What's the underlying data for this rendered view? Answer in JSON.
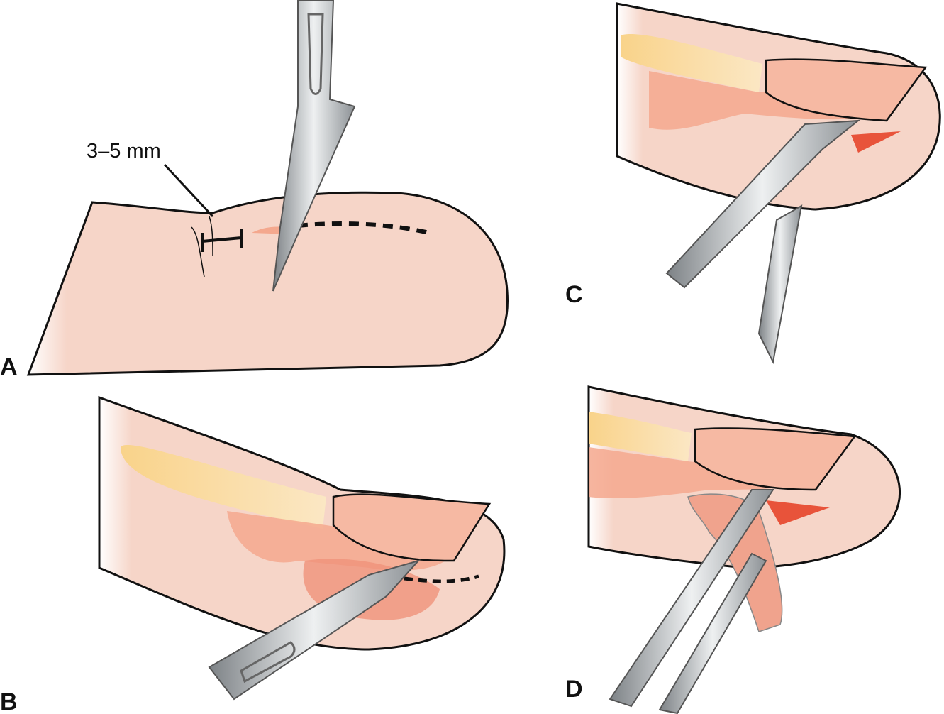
{
  "panels": [
    {
      "id": "A",
      "label": "A",
      "annotation": "3–5 mm"
    },
    {
      "id": "B",
      "label": "B"
    },
    {
      "id": "C",
      "label": "C"
    },
    {
      "id": "D",
      "label": "D"
    }
  ],
  "colors": {
    "skin": "#f6d5c8",
    "nail_bed": "#f4a88e",
    "tendon": "#f9d58e",
    "blood": "#e8533a",
    "steel": "#b8bcc0",
    "outline": "#111111"
  }
}
